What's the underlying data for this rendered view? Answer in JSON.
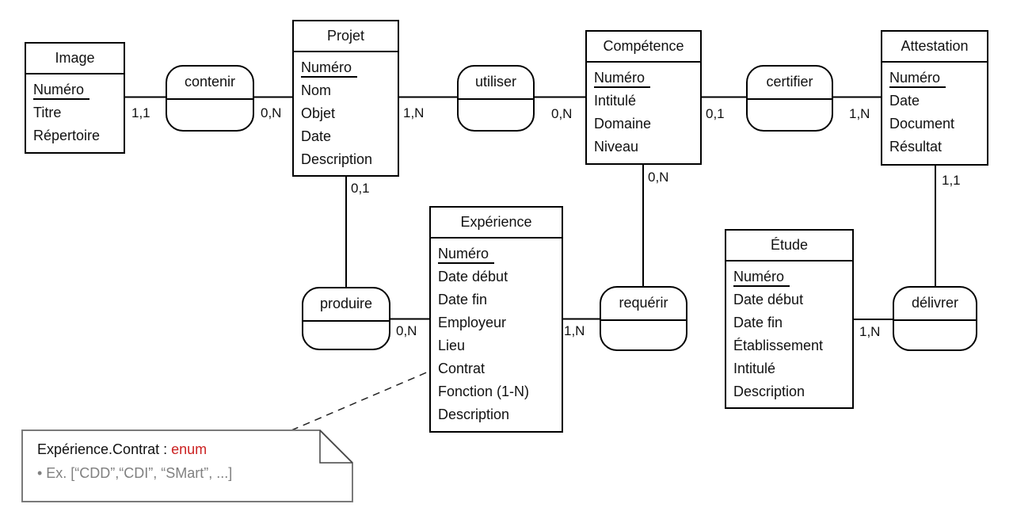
{
  "entities": [
    {
      "name": "Image",
      "key": "Numéro",
      "attributes": [
        "Titre",
        "Répertoire"
      ]
    },
    {
      "name": "Projet",
      "key": "Numéro",
      "attributes": [
        "Nom",
        "Objet",
        "Date",
        "Description"
      ]
    },
    {
      "name": "Compétence",
      "key": "Numéro",
      "attributes": [
        "Intitulé",
        "Domaine",
        "Niveau"
      ]
    },
    {
      "name": "Attestation",
      "key": "Numéro",
      "attributes": [
        "Date",
        "Document",
        "Résultat"
      ]
    },
    {
      "name": "Expérience",
      "key": "Numéro",
      "attributes": [
        "Date début",
        "Date fin",
        "Employeur",
        "Lieu",
        "Contrat",
        "Fonction (1-N)",
        "Description"
      ]
    },
    {
      "name": "Étude",
      "key": "Numéro",
      "attributes": [
        "Date début",
        "Date fin",
        "Établissement",
        "Intitulé",
        "Description"
      ]
    }
  ],
  "relations": [
    {
      "label": "contenir",
      "cardinalities": {
        "image": "1,1",
        "projet": "0,N"
      }
    },
    {
      "label": "utiliser",
      "cardinalities": {
        "projet": "1,N",
        "competence": "0,N"
      }
    },
    {
      "label": "certifier",
      "cardinalities": {
        "competence": "0,1",
        "attestation": "1,N"
      }
    },
    {
      "label": "produire",
      "cardinalities": {
        "projet": "0,1",
        "experience": "0,N"
      }
    },
    {
      "label": "requérir",
      "cardinalities": {
        "competence": "0,N",
        "experience": "1,N"
      }
    },
    {
      "label": "délivrer",
      "cardinalities": {
        "attestation": "1,1",
        "etude": "1,N"
      }
    }
  ],
  "note": {
    "subject": "Expérience.Contrat : ",
    "type_value": "enum",
    "example": "• Ex. [“CDD”,“CDI”, “SMart”, ...]"
  },
  "colors": {
    "line": "#000000",
    "enum_red": "#cc2222",
    "note_gray": "#808080"
  }
}
